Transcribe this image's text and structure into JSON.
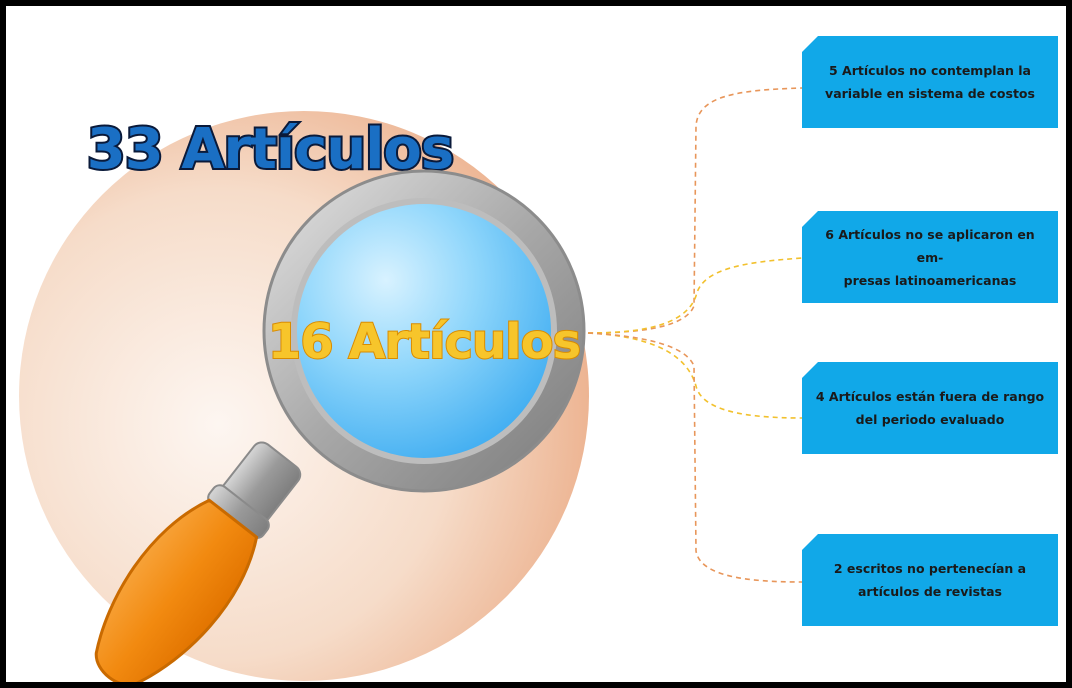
{
  "big_circle_label": "33 Artículos",
  "lens_label": "16 Artículos",
  "boxes": [
    {
      "line1": "5 Artículos no contemplan la",
      "line2": "variable en sistema de costos",
      "connector_color": "#e8965a"
    },
    {
      "line1": "6 Artículos no se aplicaron en em-",
      "line2": "presas latinoamericanas",
      "connector_color": "#f2c12e"
    },
    {
      "line1": "4 Artículos están fuera de rango",
      "line2": "del periodo evaluado",
      "connector_color": "#f2c12e"
    },
    {
      "line1": "2 escritos no pertenecían a",
      "line2": "artículos de revistas",
      "connector_color": "#e8965a"
    }
  ],
  "colors": {
    "box_fill": "#11a8e8",
    "big_text_fill": "#1a6fc4",
    "lens_text_fill": "#f7c52b",
    "handle": "#f08c0a",
    "circle": "#f1c9ad"
  }
}
